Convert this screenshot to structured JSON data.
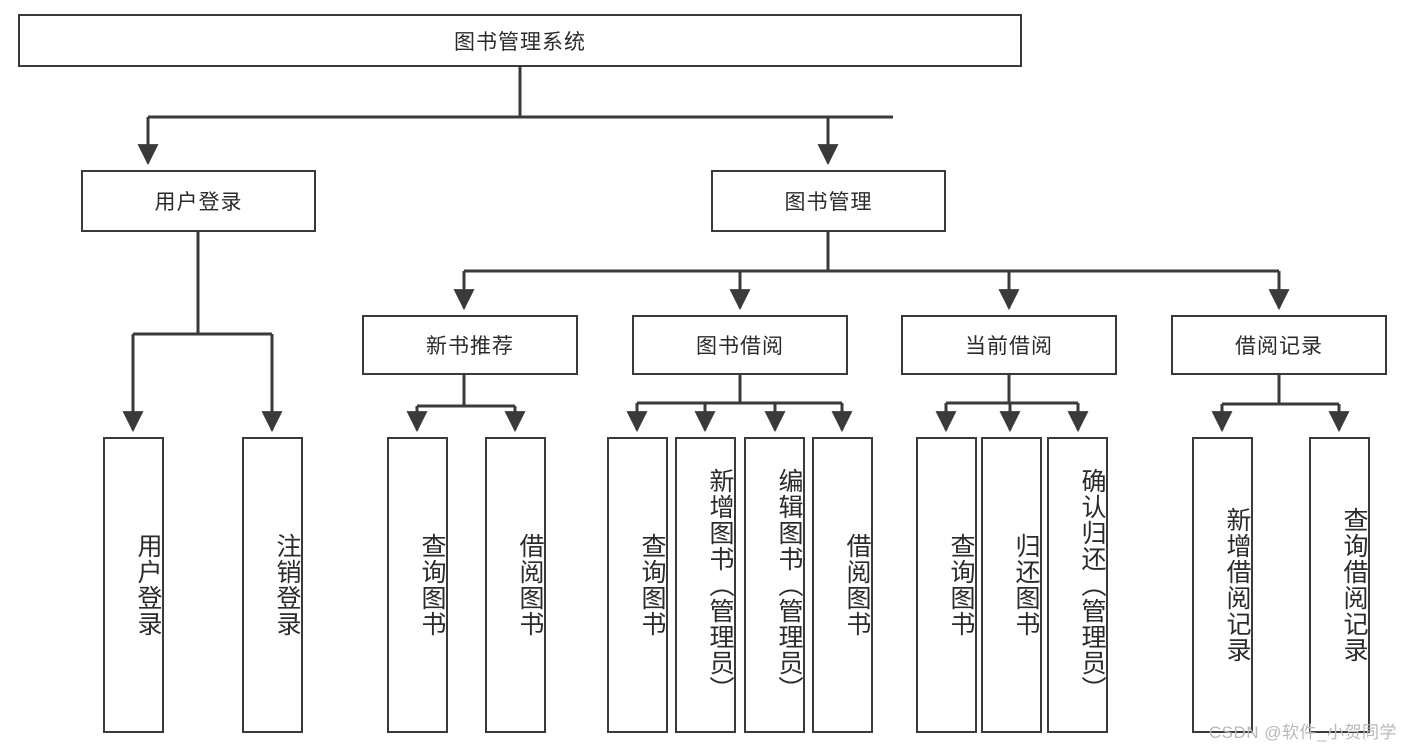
{
  "diagram": {
    "title": "图书管理系统",
    "type": "tree-hierarchy",
    "watermark": "CSDN @软件_小贺同学",
    "colors": {
      "stroke": "#3a3a3a",
      "fill": "#ffffff",
      "text": "#2b2b2b",
      "watermark": "#b9b9b9"
    },
    "nodes": {
      "root": {
        "label": "图书管理系统"
      },
      "level2": [
        {
          "id": "user-login",
          "label": "用户登录"
        },
        {
          "id": "book-manage",
          "label": "图书管理"
        }
      ],
      "level3": [
        {
          "id": "new-book-recommend",
          "label": "新书推荐"
        },
        {
          "id": "book-borrow",
          "label": "图书借阅"
        },
        {
          "id": "current-borrow",
          "label": "当前借阅"
        },
        {
          "id": "borrow-record",
          "label": "借阅记录"
        }
      ],
      "leaves": {
        "user-login": [
          {
            "id": "leaf-user-login",
            "label": "用户登录"
          },
          {
            "id": "leaf-user-logout",
            "label": "注销登录"
          }
        ],
        "new-book-recommend": [
          {
            "id": "leaf-query-book-1",
            "label": "查询图书"
          },
          {
            "id": "leaf-borrow-book-1",
            "label": "借阅图书"
          }
        ],
        "book-borrow": [
          {
            "id": "leaf-query-book-2",
            "label": "查询图书"
          },
          {
            "id": "leaf-add-book",
            "label": "新增图书（管理员）"
          },
          {
            "id": "leaf-edit-book",
            "label": "编辑图书（管理员）"
          },
          {
            "id": "leaf-borrow-book-2",
            "label": "借阅图书"
          }
        ],
        "current-borrow": [
          {
            "id": "leaf-query-book-3",
            "label": "查询图书"
          },
          {
            "id": "leaf-return-book",
            "label": "归还图书"
          },
          {
            "id": "leaf-confirm-return",
            "label": "确认归还（管理员）"
          }
        ],
        "borrow-record": [
          {
            "id": "leaf-add-record",
            "label": "新增借阅记录"
          },
          {
            "id": "leaf-query-record",
            "label": "查询借阅记录"
          }
        ]
      }
    }
  }
}
